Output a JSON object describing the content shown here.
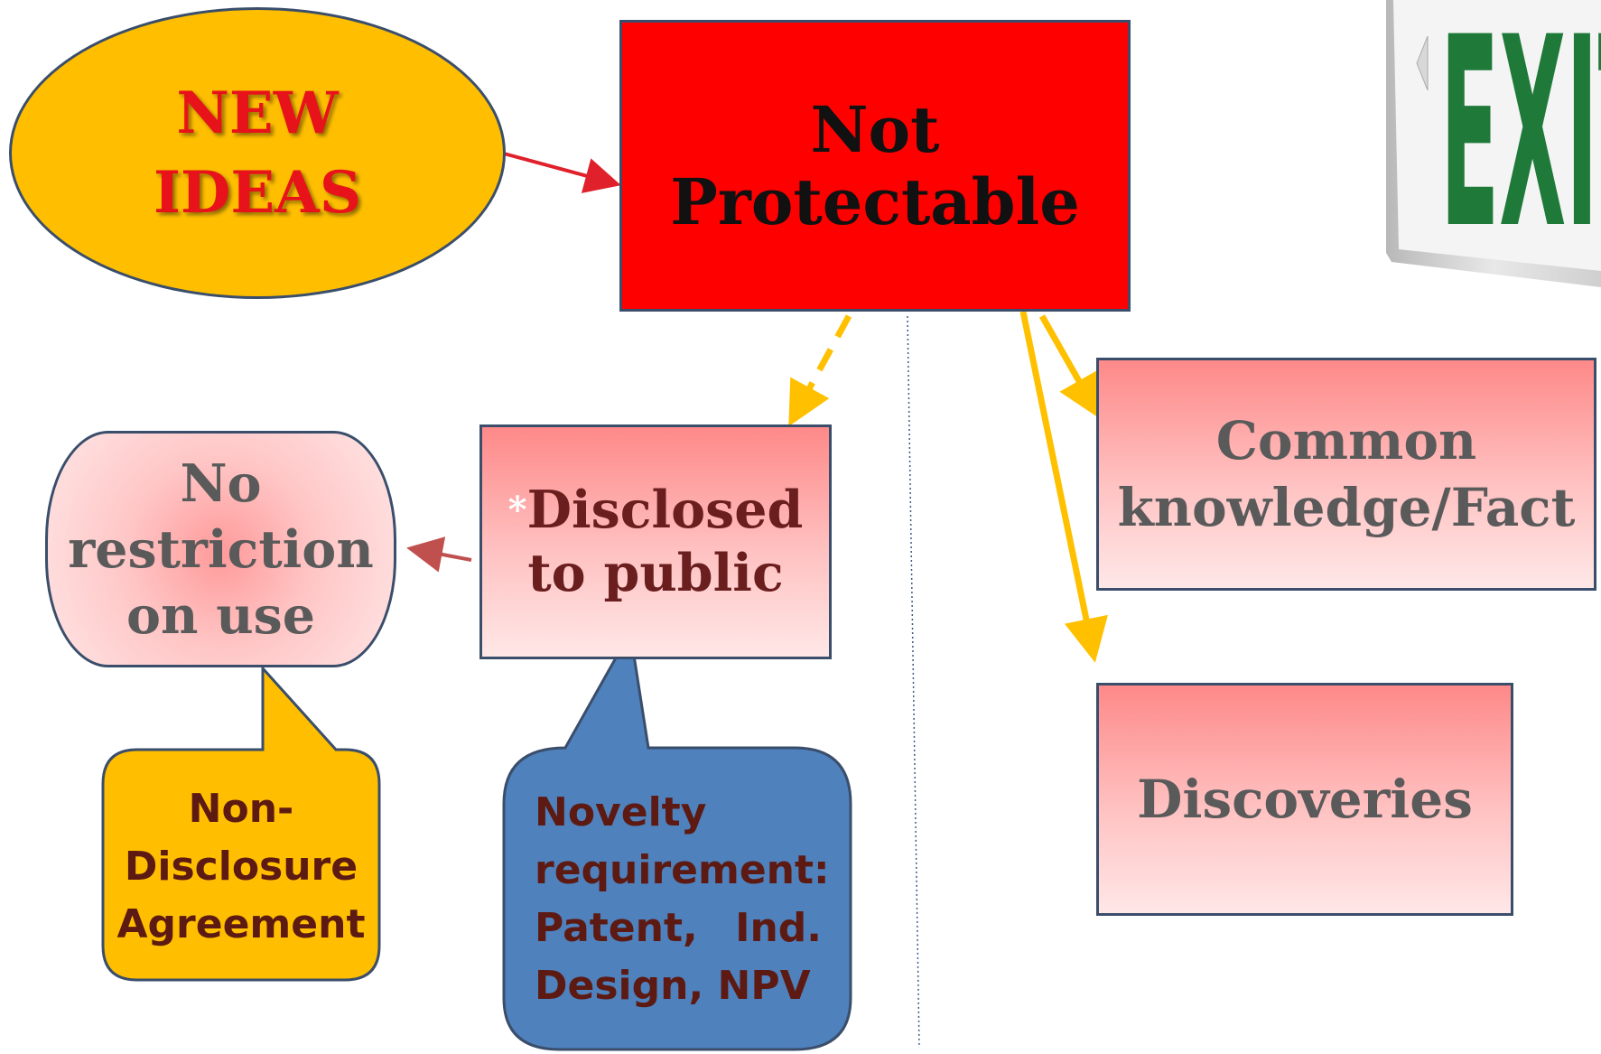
{
  "nodes": {
    "new_ideas": {
      "line1": "NEW",
      "line2": "IDEAS"
    },
    "not_protectable": {
      "label": "Not Protectable"
    },
    "disclosed": {
      "star": "*",
      "line1": "Disclosed",
      "line2": "to public"
    },
    "common": {
      "line1": "Common",
      "line2": "knowledge/Fact"
    },
    "discoveries": {
      "label": "Discoveries"
    },
    "no_restriction": {
      "line1": "No",
      "line2": "restriction",
      "line3": "on use"
    }
  },
  "callouts": {
    "nda": {
      "line1": "Non-",
      "line2": "Disclosure",
      "line3": "Agreement"
    },
    "novelty": {
      "line1": "Novelty",
      "line2": "requirement:",
      "line3a": "Patent,",
      "line3b": "Ind.",
      "line4": "Design, NPV"
    }
  },
  "exit_sign": {
    "text": "EXIT"
  },
  "colors": {
    "ellipse_fill": "#FFBF00",
    "title_red": "#FF0000",
    "arrow_red": "#E0202A",
    "arrow_yellow": "#FFC000",
    "arrow_dark_red": "#C0504D",
    "callout_blue": "#4F81BD",
    "callout_orange": "#FFBF00",
    "exit_green": "#1F7A3A"
  }
}
